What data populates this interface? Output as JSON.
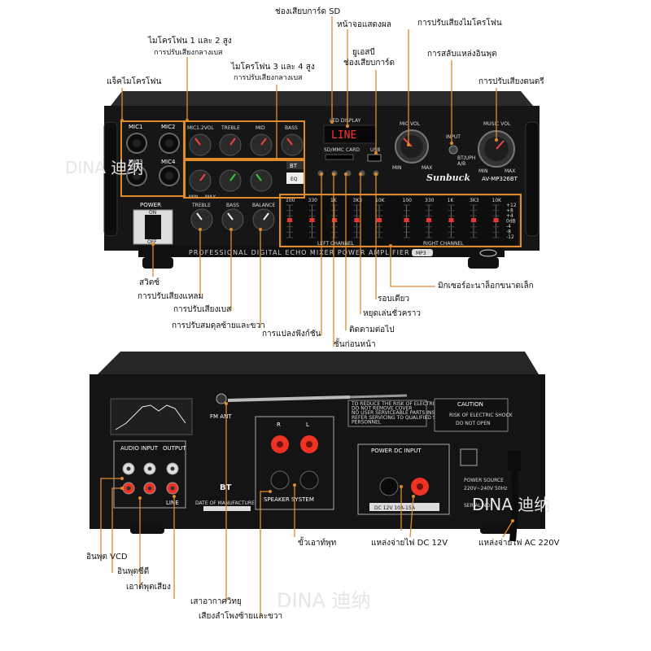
{
  "front": {
    "brand": "Sunbuck",
    "model": "AV-MP326BT",
    "panel_title": "PROFESSIONAL DIGITAL ECHO MIXER POWER AMPLIFIER",
    "mic_sockets": [
      "MIC1",
      "MIC2",
      "MIC3",
      "MIC4"
    ],
    "knob_row1": [
      "MIC1.2VOL",
      "TREBLE",
      "MID",
      "BASS"
    ],
    "knob_row2_labels": [
      "MIN",
      "MAX"
    ],
    "knob_row3": [
      "TREBLE",
      "BASS",
      "BALANCE"
    ],
    "power_label": "POWER",
    "power_on": "ON",
    "power_off": "OFF",
    "display_text": "LINE",
    "led_display_label": "LED DISPLAY",
    "sd_label": "SD/MMC CARD",
    "usb_label": "USB",
    "bt_label": "BT",
    "eq_label": "EQ",
    "mic_vol": "MIC VOL",
    "music_vol": "MUSIC VOL",
    "input_label": "INPUT",
    "input_modes": [
      "BT/UPH",
      "A/B"
    ],
    "min": "MIN",
    "max": "MAX",
    "eq_freqs": [
      "100",
      "330",
      "1K",
      "3K3",
      "10K",
      "100",
      "330",
      "1K",
      "3K3",
      "10K"
    ],
    "eq_db": [
      "+12",
      "+8",
      "+4",
      "0dB",
      "-4",
      "-8",
      "-12"
    ],
    "left_channel": "LEFT CHANNEL",
    "right_channel": "RIGHT CHANNEL",
    "mp3": "MP3"
  },
  "back": {
    "fm_ant": "FM ANT",
    "audio_input": "AUDIO INPUT",
    "output": "OUTPUT",
    "line": "LINE",
    "speaker_system": "SPEAKER SYSTEM",
    "power_dc_input": "POWER DC INPUT",
    "dc_rating": "DC 12V 10A-15A",
    "power_source": "POWER SOURCE",
    "power_source_rating": "220V~240V 50Hz",
    "serial_no": "SERIAL NO.",
    "caution": "CAUTION",
    "caution_lines": [
      "RISK OF ELECTRIC SHOCK",
      "DO NOT OPEN"
    ],
    "warning_lines": [
      "TO REDUCE THE RISK OF ELECTRIC SHOCK",
      "DO NOT REMOVE COVER",
      "NO USER SERVICEABLE PARTS INSIDE",
      "REFER SERVICING TO QUALIFIED SERVICE",
      "PERSONNEL"
    ],
    "bt": "BT",
    "date_label": "DATE OF MANUFACTURE",
    "r": "R",
    "l": "L"
  },
  "labels": {
    "sd_slot": "ช่องเสียบการ์ด SD",
    "display": "หน้าจอแสดงผล",
    "mic_adjust": "การปรับเสียงไมโครโฟน",
    "mic12": "ไมโครโฟน 1 และ 2 สูง",
    "mic12_sub": "การปรับเสียงกลางเบส",
    "mic34": "ไมโครโฟน 3 และ 4 สูง",
    "mic34_sub": "การปรับเสียงกลางเบส",
    "usb_sd": "ยูเอสบี",
    "usb_sd2": "ช่องเสียบการ์ด",
    "input_switch": "การสลับแหล่งอินพุต",
    "mic_jack": "แจ็คไมโครโฟน",
    "music_adjust": "การปรับเสียงดนตรี",
    "switch": "สวิตซ์",
    "treble_adjust": "การปรับเสียงแหลม",
    "bass_adjust": "การปรับเสียงเบส",
    "balance_adjust": "การปรับสมดุลซ้ายและขวา",
    "mode_change": "การแปลงฟังก์ชัน",
    "prev_track": "ชั้นก่อนหน้า",
    "next_track": "ติดตามต่อไป",
    "pause": "หยุดเล่นชั่วคราว",
    "single_loop": "รอบเดียว",
    "mini_mixer": "มิกเซอร์อะนาล็อกขนาดเล็ก",
    "vcd_in": "อินพุต VCD",
    "cd_in": "อินพุตซีดี",
    "audio_out": "เอาต์พุตเสียง",
    "radio_ant": "เสาอากาศวิทยุ",
    "lr_speakers": "เสียงลำโพงซ้ายและขวา",
    "speaker_out": "ขั้วเอาท์พุท",
    "dc_source": "แหล่งจ่ายไฟ DC 12V",
    "ac_source": "แหล่งจ่ายไฟ AC 220V"
  },
  "watermark": "DINA 迪纳"
}
